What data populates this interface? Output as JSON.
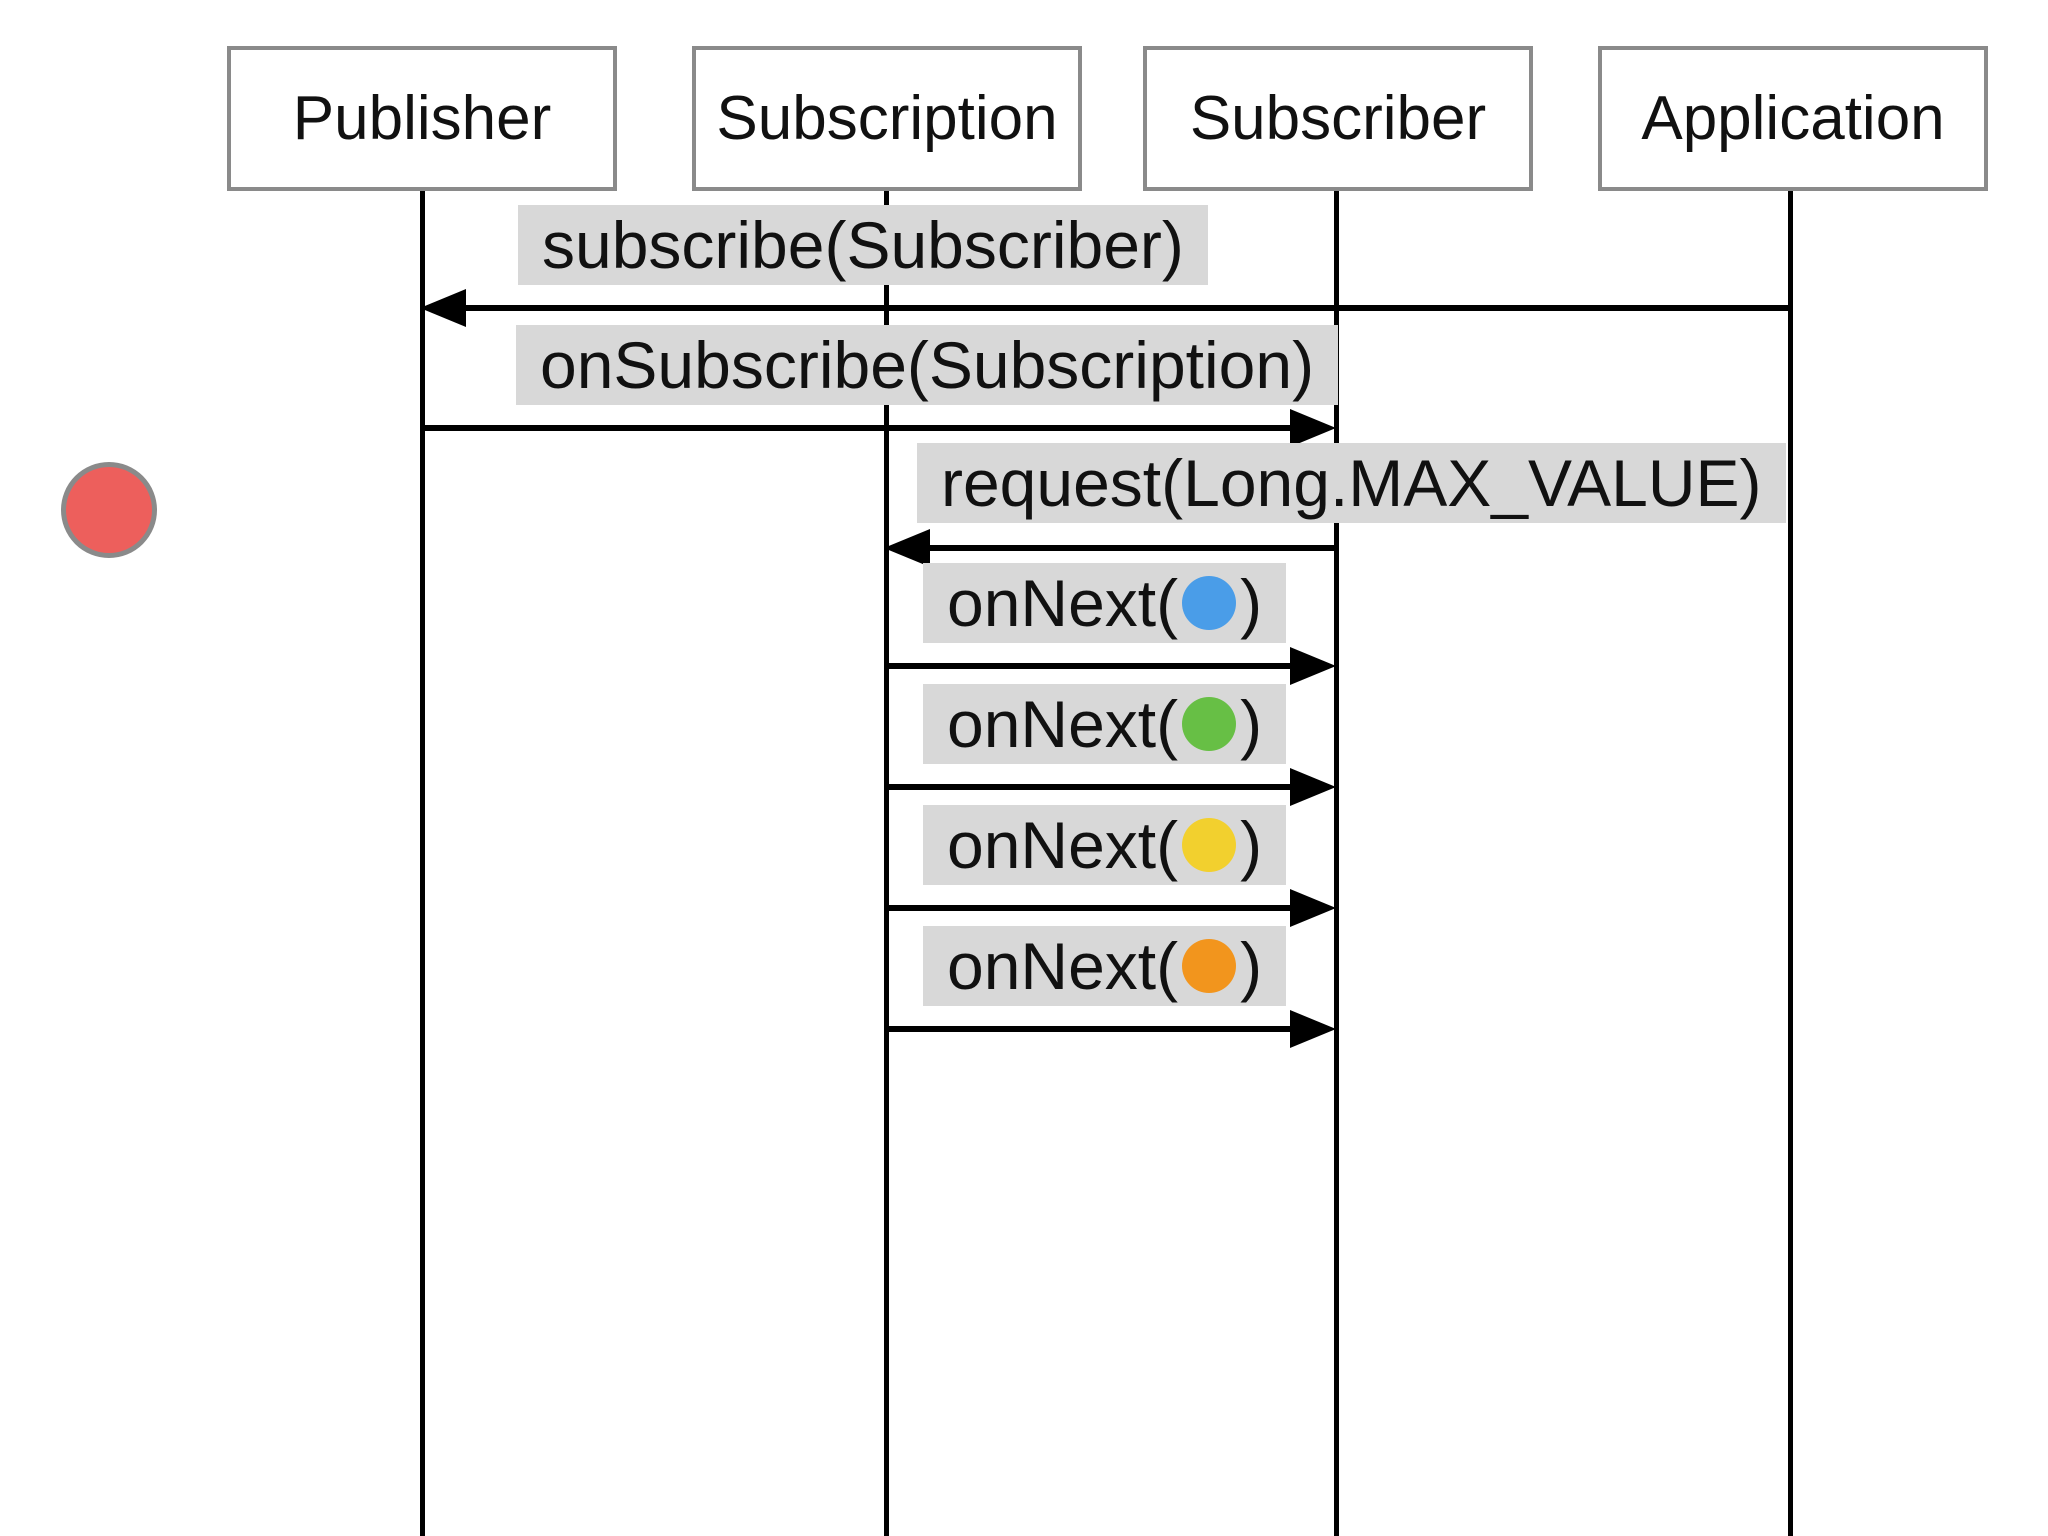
{
  "participants": [
    {
      "label": "Publisher"
    },
    {
      "label": "Subscription"
    },
    {
      "label": "Subscriber"
    },
    {
      "label": "Application"
    }
  ],
  "messages": [
    {
      "label": "subscribe(Subscriber)",
      "from": "Application",
      "to": "Publisher",
      "direction": "left"
    },
    {
      "label": "onSubscribe(Subscription)",
      "from": "Publisher",
      "to": "Subscriber",
      "direction": "right"
    },
    {
      "label": "request(Long.MAX_VALUE)",
      "from": "Subscriber",
      "to": "Subscription",
      "direction": "left"
    },
    {
      "prefix": "onNext(",
      "suffix": ")",
      "dot": "blue-item",
      "dot_color": "#4a9de8",
      "from": "Subscription",
      "to": "Subscriber",
      "direction": "right"
    },
    {
      "prefix": "onNext(",
      "suffix": ")",
      "dot": "green-item",
      "dot_color": "#67bf45",
      "from": "Subscription",
      "to": "Subscriber",
      "direction": "right"
    },
    {
      "prefix": "onNext(",
      "suffix": ")",
      "dot": "yellow-item",
      "dot_color": "#f2d02e",
      "from": "Subscription",
      "to": "Subscriber",
      "direction": "right"
    },
    {
      "prefix": "onNext(",
      "suffix": ")",
      "dot": "orange-item",
      "dot_color": "#f2951d",
      "from": "Subscription",
      "to": "Subscriber",
      "direction": "right"
    }
  ],
  "marker": {
    "color": "#ed5f5c"
  },
  "colors": {
    "label_bg": "#d8d8d8",
    "line": "#000000",
    "box_border": "#8a8a8a",
    "marker_border": "#8a8a8a"
  }
}
